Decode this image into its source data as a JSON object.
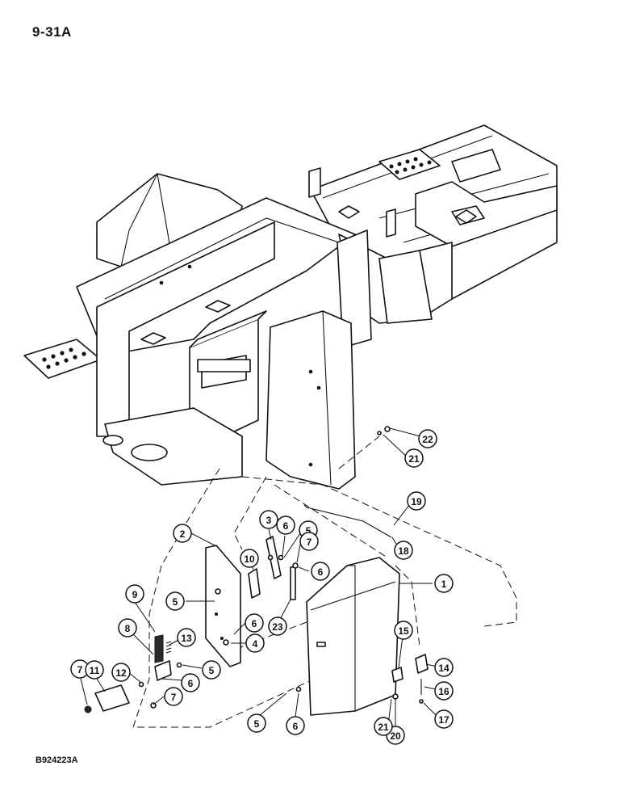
{
  "page_number": "9-31A",
  "figure_id": "B924223A",
  "callouts": [
    {
      "label": "1"
    },
    {
      "label": "2"
    },
    {
      "label": "3"
    },
    {
      "label": "4"
    },
    {
      "label": "5"
    },
    {
      "label": "5"
    },
    {
      "label": "5"
    },
    {
      "label": "5"
    },
    {
      "label": "6"
    },
    {
      "label": "6"
    },
    {
      "label": "6"
    },
    {
      "label": "6"
    },
    {
      "label": "6"
    },
    {
      "label": "7"
    },
    {
      "label": "7"
    },
    {
      "label": "7"
    },
    {
      "label": "8"
    },
    {
      "label": "9"
    },
    {
      "label": "10"
    },
    {
      "label": "11"
    },
    {
      "label": "12"
    },
    {
      "label": "13"
    },
    {
      "label": "14"
    },
    {
      "label": "15"
    },
    {
      "label": "16"
    },
    {
      "label": "17"
    },
    {
      "label": "18"
    },
    {
      "label": "19"
    },
    {
      "label": "20"
    },
    {
      "label": "21"
    },
    {
      "label": "21"
    },
    {
      "label": "22"
    },
    {
      "label": "23"
    }
  ]
}
